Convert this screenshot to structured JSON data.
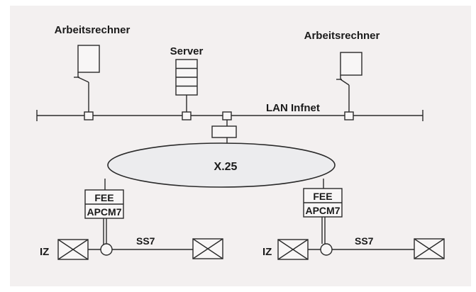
{
  "diagram": {
    "labels": {
      "workstation_left": "Arbeitsrechner",
      "server": "Server",
      "workstation_right": "Arbeitsrechner",
      "lan": "LAN Infnet",
      "x25": "X.25",
      "fee_left": "FEE",
      "apcm_left": "APCM7",
      "fee_right": "FEE",
      "apcm_right": "APCM7",
      "iz_left": "IZ",
      "ss7_left": "SS7",
      "iz_right": "IZ",
      "ss7_right": "SS7"
    },
    "colors": {
      "background": "#f3f0f0",
      "line": "#2a2a2a",
      "ellipse": "#ececee"
    }
  }
}
